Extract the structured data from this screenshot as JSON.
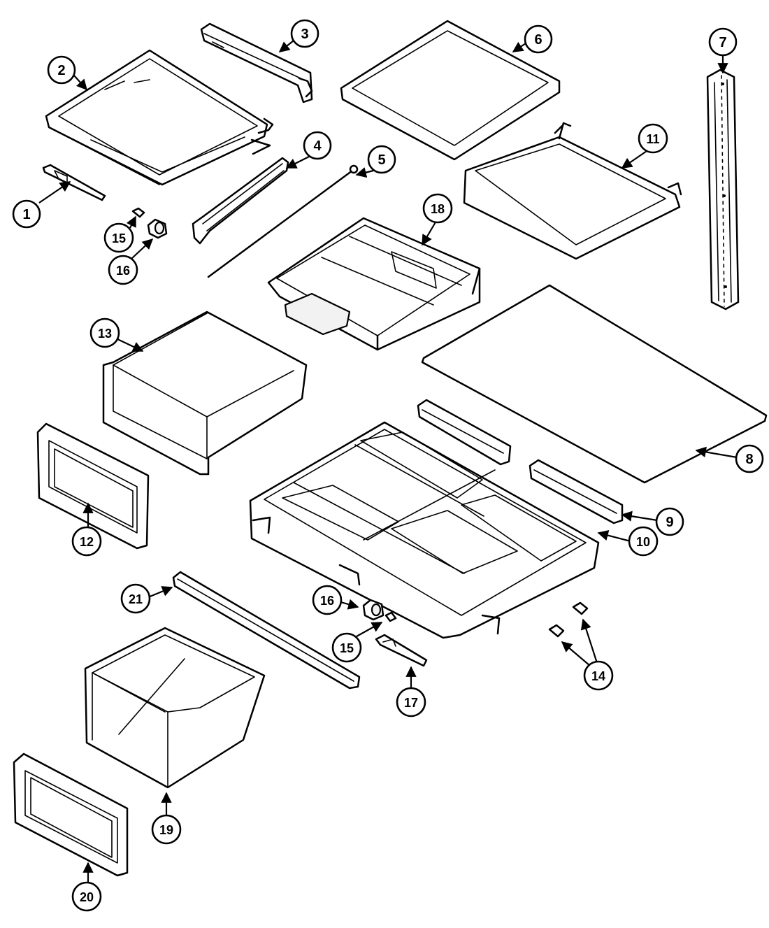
{
  "callouts": [
    "1",
    "2",
    "3",
    "4",
    "5",
    "6",
    "7",
    "8",
    "9",
    "10",
    "11",
    "12",
    "13",
    "14",
    "15",
    "15",
    "16",
    "16",
    "17",
    "18",
    "19",
    "20",
    "21"
  ]
}
